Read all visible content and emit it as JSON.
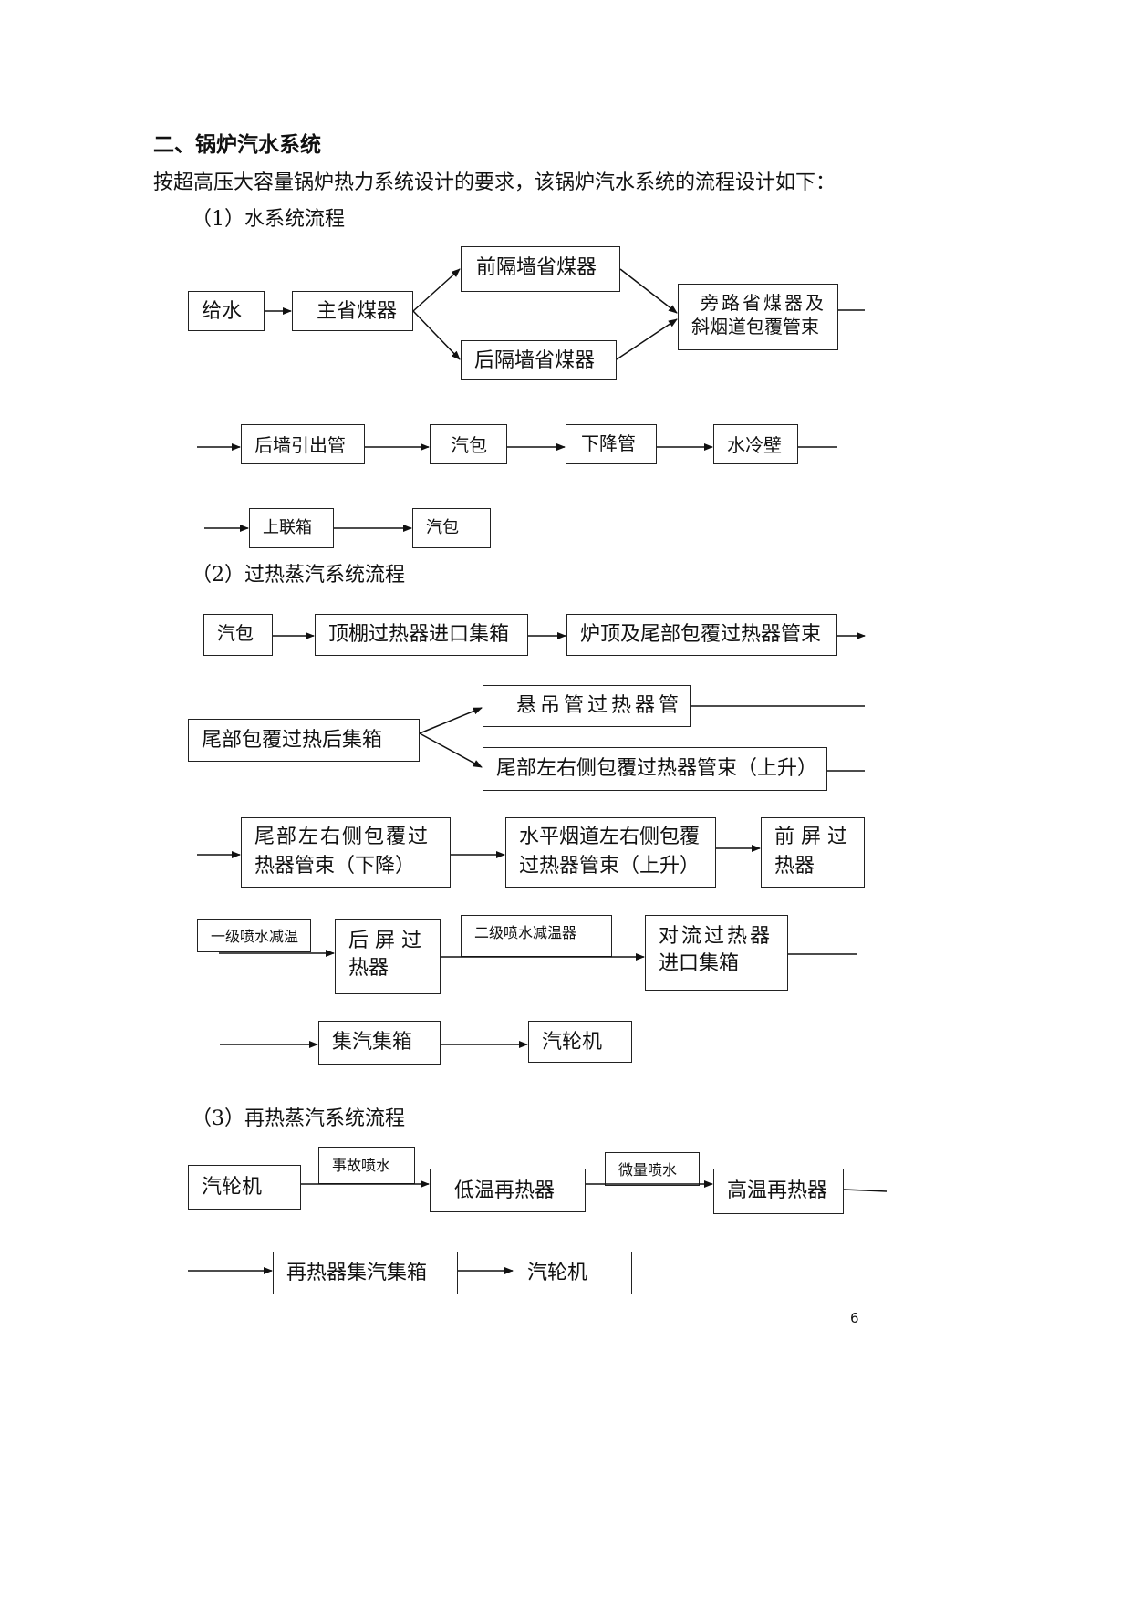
{
  "section_title": "二、锅炉汽水系统",
  "intro": "按超高压大容量锅炉热力系统设计的要求，该锅炉汽水系统的流程设计如下：",
  "water_flow": {
    "heading": "（1）水系统流程",
    "feedwater": "给水",
    "main_economizer": "主省煤器",
    "front_wall_economizer": "前隔墙省煤器",
    "rear_wall_economizer": "后隔墙省煤器",
    "bypass_line1": "旁路省煤器及",
    "bypass_line2": "斜烟道包覆管束",
    "rear_wall_outlet": "后墙引出管",
    "drum1": "汽包",
    "downcomer": "下降管",
    "waterwall": "水冷壁",
    "upper_header": "上联箱",
    "drum2": "汽包"
  },
  "superheat_flow": {
    "heading": "（2）过热蒸汽系统流程",
    "drum": "汽包",
    "roof_inlet_header": "顶棚过热器进口集箱",
    "roof_tail_bundle": "炉顶及尾部包覆过热器管束",
    "tail_rear_header": "尾部包覆过热后集箱",
    "hanger_tube": "悬吊管过热器管",
    "tail_side_up": "尾部左右侧包覆过热器管束（上升）",
    "tail_side_down_line1": "尾部左右侧包覆过",
    "tail_side_down_line2": "热器管束（下降）",
    "horiz_flue_line1": "水平烟道左右侧包覆",
    "horiz_flue_line2": "过热器管束（上升）",
    "front_platen_line1": "前 屏 过",
    "front_platen_line2": "热器",
    "spray1": "一级喷水减温",
    "rear_platen_line1": "后 屏 过",
    "rear_platen_line2": "热器",
    "spray2": "二级喷水减温器",
    "conv_inlet_line1": "对流过热器",
    "conv_inlet_line2": "进口集箱",
    "steam_header": "集汽集箱",
    "turbine": "汽轮机"
  },
  "reheat_flow": {
    "heading": "（3）再热蒸汽系统流程",
    "turbine_in": "汽轮机",
    "emergency_spray": "事故喷水",
    "low_temp_reheater": "低温再热器",
    "micro_spray": "微量喷水",
    "high_temp_reheater": "高温再热器",
    "reheater_header": "再热器集汽集箱",
    "turbine_out": "汽轮机"
  },
  "page_number": "6"
}
